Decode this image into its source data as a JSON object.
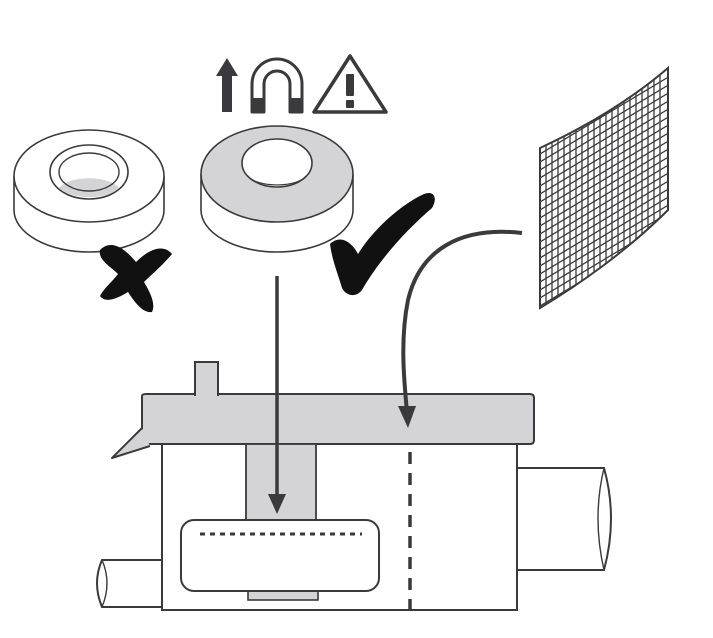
{
  "colors": {
    "line": "#3a3a3c",
    "fill_gray": "#d4d4d6",
    "dark": "#111111",
    "background": "#ffffff"
  },
  "icons": {
    "arrow_up": "arrow-up-icon",
    "magnet": "magnet-icon",
    "warning": "warning-triangle-icon"
  },
  "items": {
    "wrong_ring": {
      "status": "incorrect",
      "mark": "cross-mark-icon"
    },
    "right_ring": {
      "status": "correct",
      "mark": "check-mark-icon"
    },
    "filter_mesh": {
      "kind": "mesh-filter"
    }
  }
}
